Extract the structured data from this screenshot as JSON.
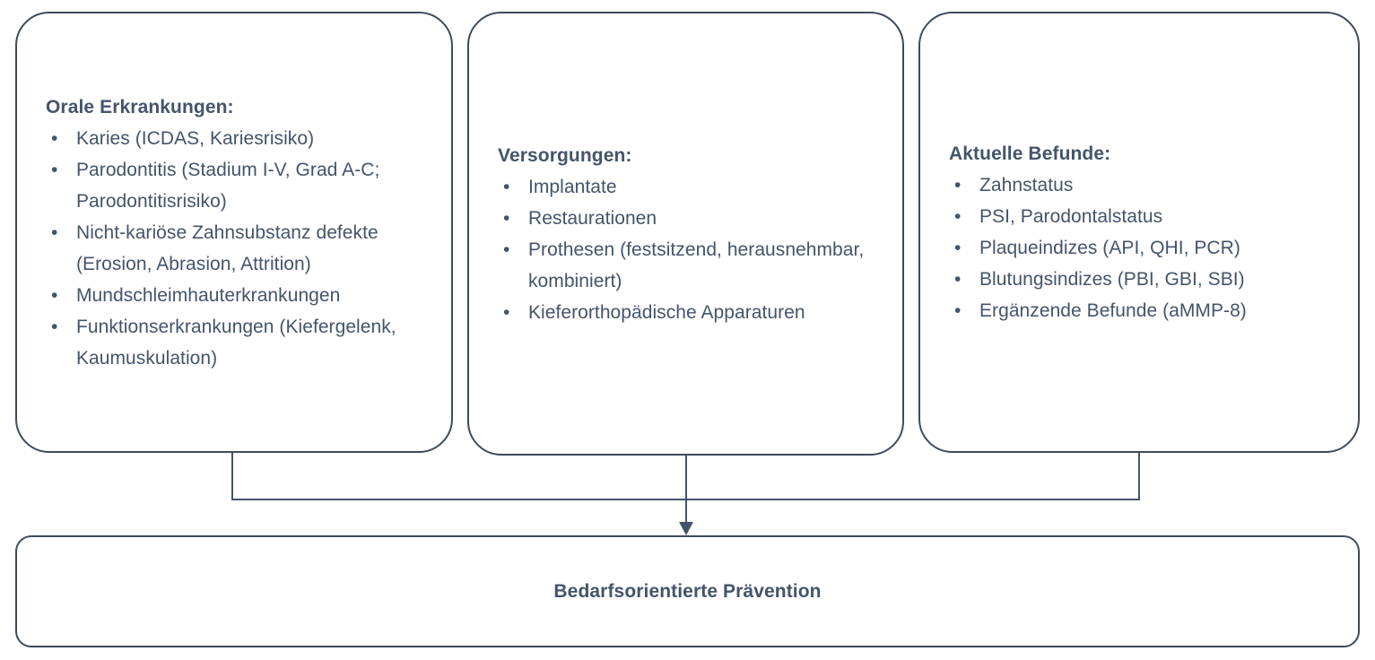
{
  "diagram": {
    "title": "Bedarfsorientierte Prävention",
    "colors": {
      "border": "#3f4a5c",
      "text": "#44546a",
      "connector": "#44546a",
      "background": "#ffffff"
    },
    "bullet_glyph": "•",
    "boxes": [
      {
        "id": "orale-erkrankungen",
        "heading": "Orale Erkrankungen:",
        "items": [
          "Karies (ICDAS, Kariesrisiko)",
          "Parodontitis (Stadium I-V, Grad A-C; Parodontitisrisiko)",
          "Nicht-kariöse Zahnsubstanz defekte (Erosion, Abrasion, Attrition)",
          "Mundschleimhauterkrankungen",
          "Funktionserkrankungen (Kiefergelenk, Kaumuskulation)"
        ]
      },
      {
        "id": "versorgungen",
        "heading": "Versorgungen:",
        "items": [
          "Implantate",
          "Restaurationen",
          "Prothesen (festsitzend, herausnehmbar, kombiniert)",
          "Kieferorthopädische Apparaturen"
        ]
      },
      {
        "id": "aktuelle-befunde",
        "heading": "Aktuelle Befunde:",
        "items": [
          "Zahnstatus",
          "PSI, Parodontalstatus",
          "Plaqueindizes (API, QHI, PCR)",
          "Blutungsindizes (PBI, GBI, SBI)",
          "Ergänzende Befunde (aMMP-8)"
        ]
      }
    ],
    "outcome": {
      "label": "Bedarfsorientierte Prävention"
    }
  }
}
